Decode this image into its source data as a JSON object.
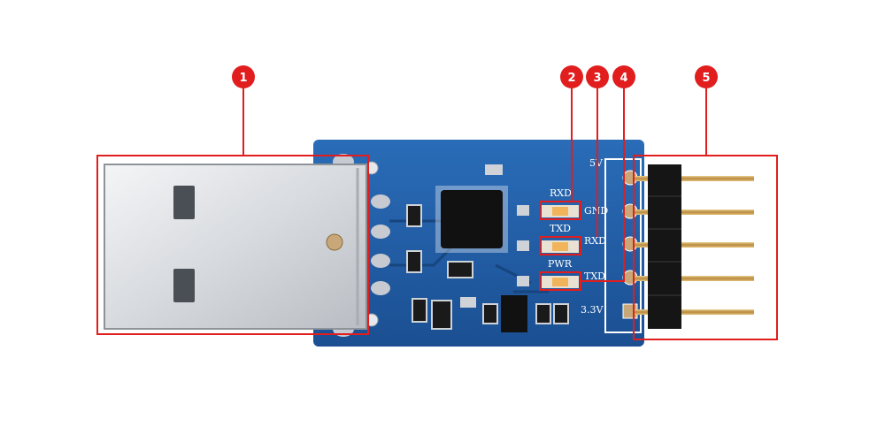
{
  "photo": {
    "subject": "usb-to-uart-board",
    "colors": {
      "pcb": "#1f5fa8",
      "callout": "#e11d1d",
      "silkscreen": "#ffffff",
      "chip": "#111111",
      "pins": "#c9a35c"
    }
  },
  "silkscreen": {
    "rxd_led": "RXD",
    "txd_led": "TXD",
    "pwr_led": "PWR",
    "pin_5v": "5V",
    "pin_gnd": "GND",
    "pin_rxd": "RXD",
    "pin_txd": "TXD",
    "pin_3v3": "3.3V"
  },
  "callouts": [
    "1",
    "2",
    "3",
    "4",
    "5"
  ]
}
